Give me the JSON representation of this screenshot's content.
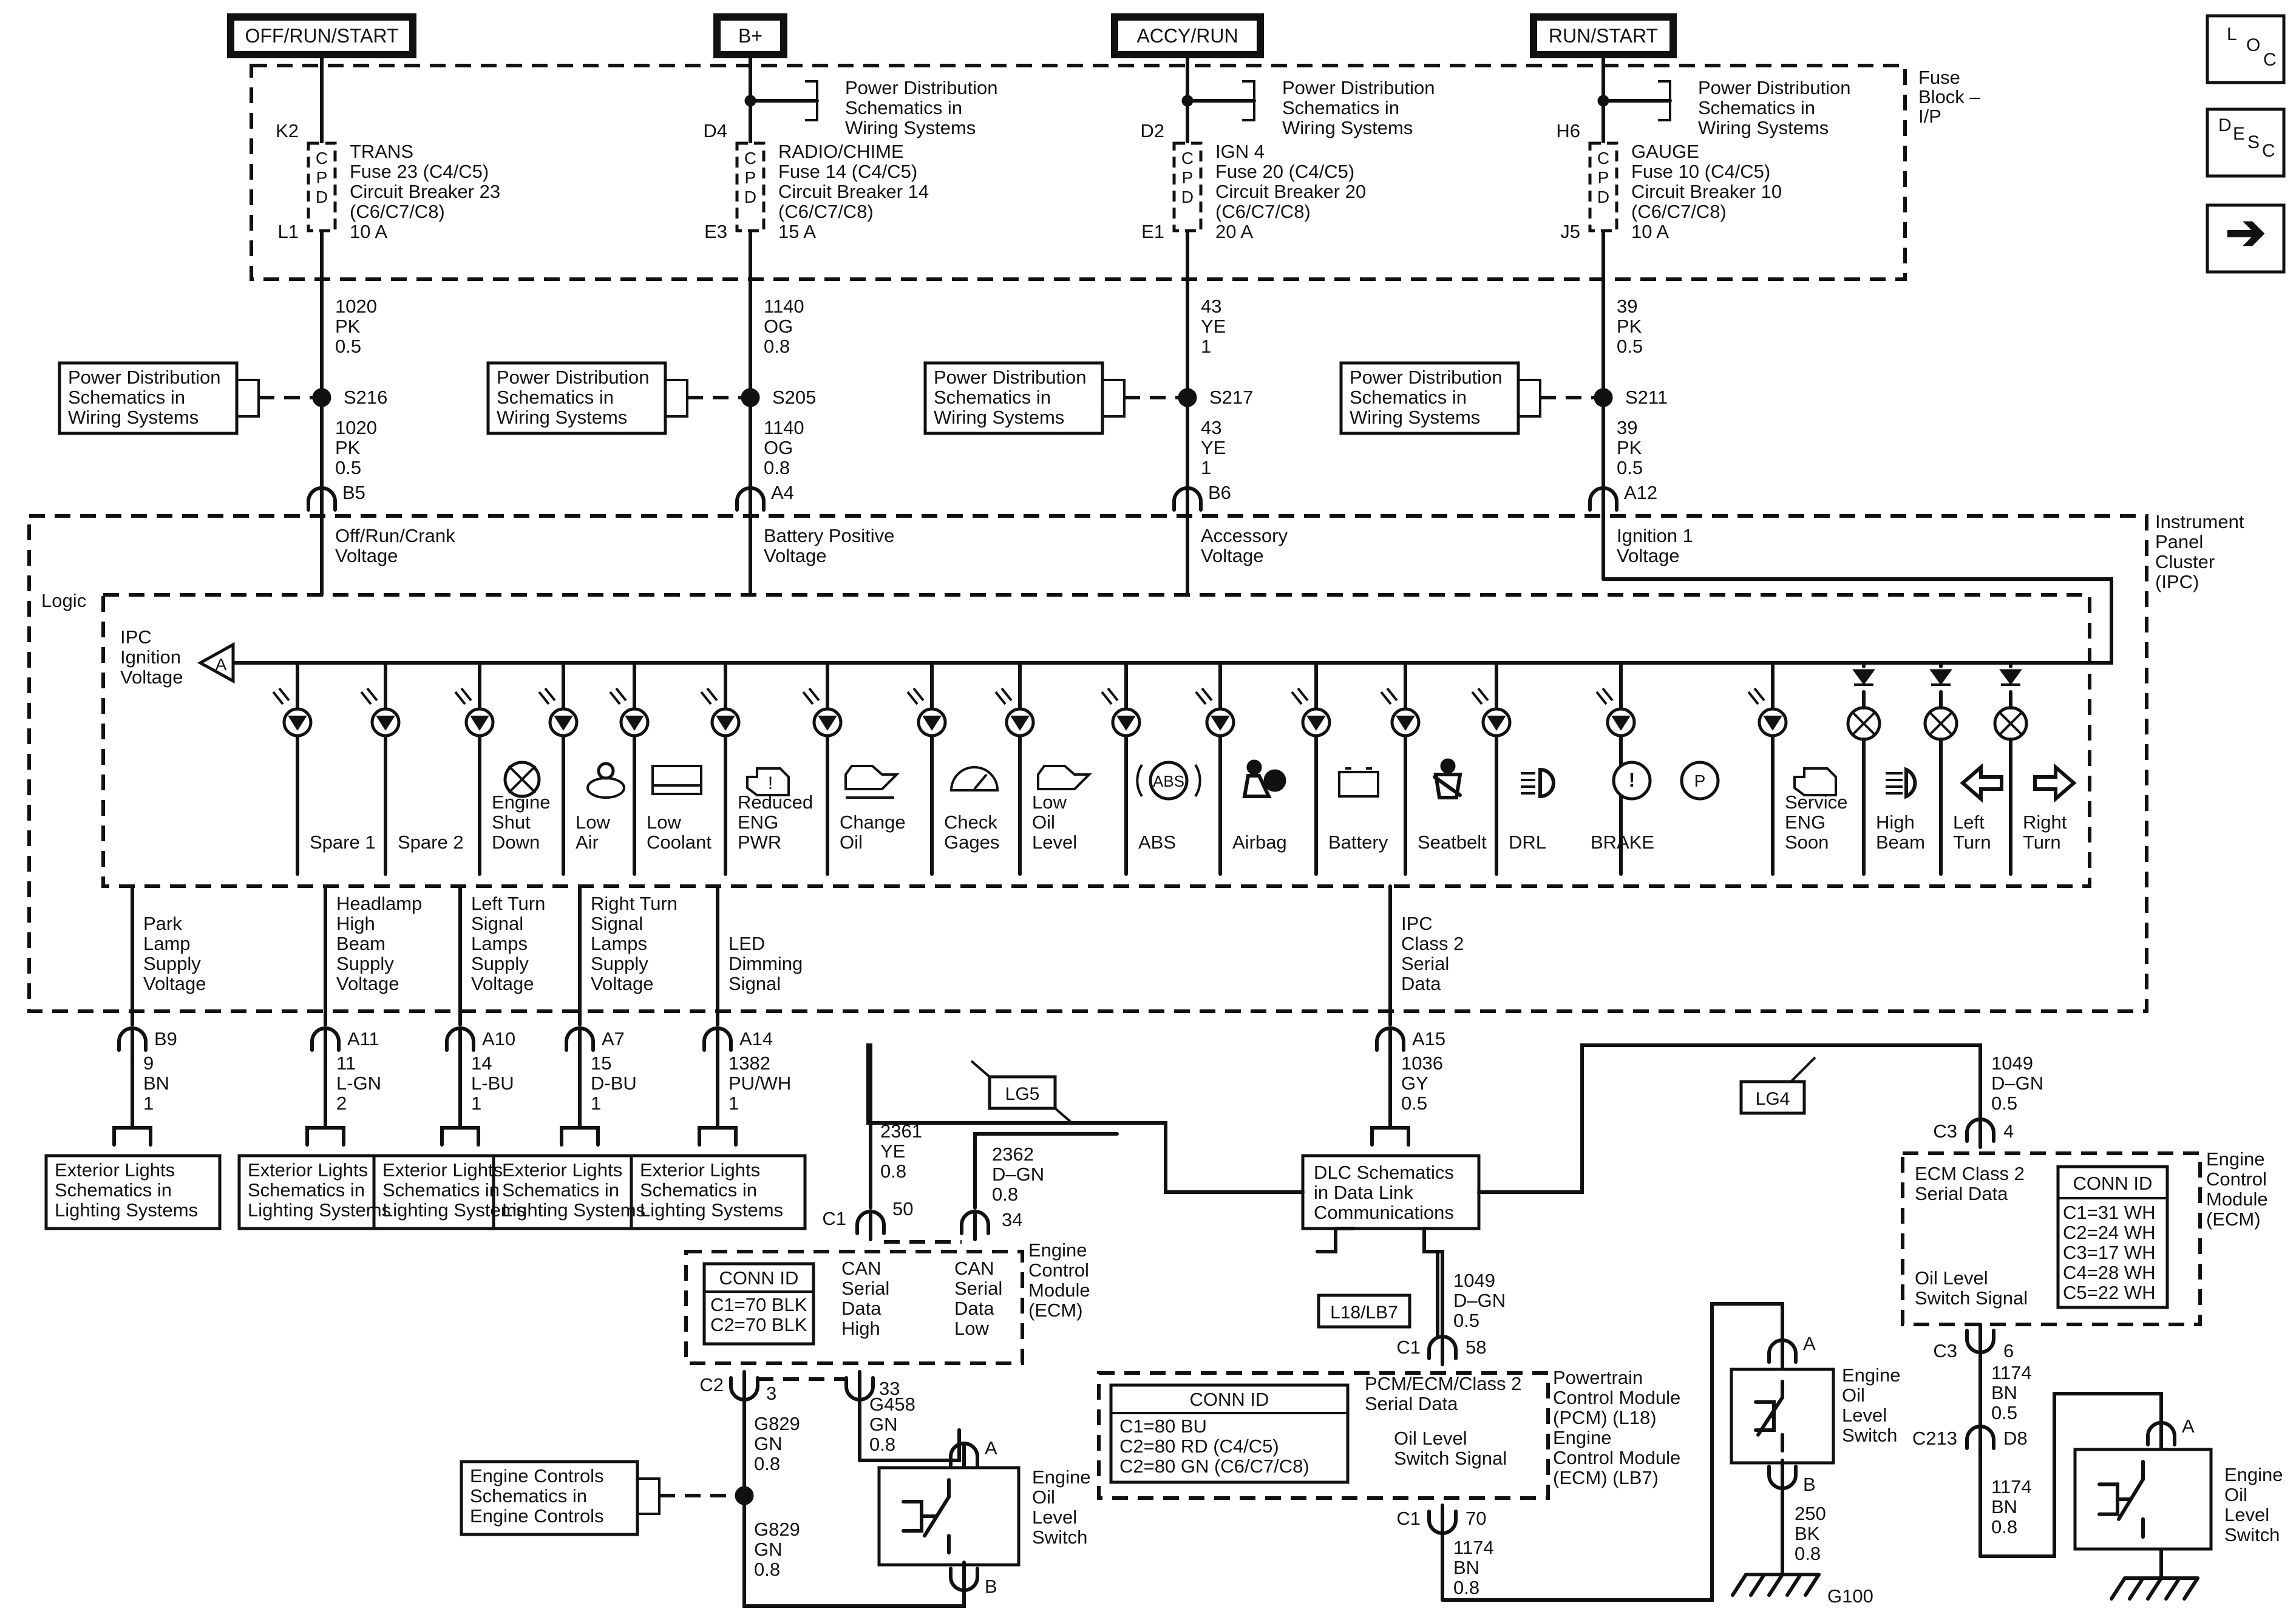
{
  "nav": {
    "loc": [
      "L",
      "O",
      "C"
    ],
    "desc": [
      "D",
      "E",
      "S",
      "C"
    ],
    "next_glyph": "➔"
  },
  "power_headers": [
    "OFF/RUN/START",
    "B+",
    "ACCY/RUN",
    "RUN/START"
  ],
  "fuse_block_label": [
    "Fuse",
    "Block –",
    "I/P"
  ],
  "power_dist_ref": [
    "Power Distribution",
    "Schematics in",
    "Wiring Systems"
  ],
  "power_dist_ref_side": [
    "Power Distribution",
    "Schematics in",
    "Wiring  Systems"
  ],
  "fuses": [
    {
      "in": "K2",
      "out": "L1",
      "lines": [
        "TRANS",
        "Fuse 23 (C4/C5)",
        "Circuit Breaker 23",
        "(C6/C7/C8)",
        "10 A"
      ]
    },
    {
      "in": "D4",
      "out": "E3",
      "lines": [
        "RADIO/CHIME",
        "Fuse 14 (C4/C5)",
        "Circuit Breaker 14",
        "(C6/C7/C8)",
        "15 A"
      ]
    },
    {
      "in": "D2",
      "out": "E1",
      "lines": [
        "IGN 4",
        "Fuse 20 (C4/C5)",
        "Circuit Breaker 20",
        "(C6/C7/C8)",
        "20 A"
      ]
    },
    {
      "in": "H6",
      "out": "J5",
      "lines": [
        "GAUGE",
        "Fuse 10 (C4/C5)",
        "Circuit Breaker 10",
        "(C6/C7/C8)",
        "10 A"
      ]
    }
  ],
  "cpd": [
    "C",
    "P",
    "D"
  ],
  "feeds": [
    {
      "upper": [
        "1020",
        "PK",
        "0.5"
      ],
      "splice": "S216",
      "lower": [
        "1020",
        "PK",
        "0.5"
      ],
      "conn": "B5",
      "label": [
        "Off/Run/Crank",
        "Voltage"
      ]
    },
    {
      "upper": [
        "1140",
        "OG",
        "0.8"
      ],
      "splice": "S205",
      "lower": [
        "1140",
        "OG",
        "0.8"
      ],
      "conn": "A4",
      "label": [
        "Battery Positive",
        "Voltage"
      ]
    },
    {
      "upper": [
        "43",
        "YE",
        "1"
      ],
      "splice": "S217",
      "lower": [
        "43",
        "YE",
        "1"
      ],
      "conn": "B6",
      "label": [
        "Accessory",
        "Voltage"
      ]
    },
    {
      "upper": [
        "39",
        "PK",
        "0.5"
      ],
      "splice": "S211",
      "lower": [
        "39",
        "PK",
        "0.5"
      ],
      "conn": "A12",
      "label": [
        "Ignition 1",
        "Voltage"
      ]
    }
  ],
  "ipc": {
    "label": [
      "Instrument",
      "Panel",
      "Cluster",
      "(IPC)"
    ],
    "logic": "Logic",
    "ign_label": [
      "IPC",
      "Ignition",
      "Voltage"
    ],
    "ign_ref": "A"
  },
  "indicators": [
    {
      "icon": "none",
      "label": [
        "Spare 1"
      ]
    },
    {
      "icon": "none",
      "label": [
        "Spare 2"
      ]
    },
    {
      "icon": "engine-shut-down-icon",
      "label": [
        "Engine",
        "Shut",
        "Down"
      ]
    },
    {
      "icon": "low-air-icon",
      "label": [
        "Low",
        "Air"
      ]
    },
    {
      "icon": "low-coolant-icon",
      "label": [
        "Low",
        "Coolant"
      ]
    },
    {
      "icon": "reduced-engine-power-icon",
      "label": [
        "Reduced",
        "ENG",
        "PWR"
      ]
    },
    {
      "icon": "change-oil-icon",
      "label": [
        "Change",
        "Oil"
      ]
    },
    {
      "icon": "check-gages-icon",
      "label": [
        "Check",
        "Gages"
      ]
    },
    {
      "icon": "low-oil-level-icon",
      "label": [
        "Low",
        "Oil",
        "Level"
      ]
    },
    {
      "icon": "abs-icon",
      "label": [
        "ABS"
      ]
    },
    {
      "icon": "airbag-icon",
      "label": [
        "Airbag"
      ]
    },
    {
      "icon": "battery-icon",
      "label": [
        "Battery"
      ]
    },
    {
      "icon": "seatbelt-icon",
      "label": [
        "Seatbelt"
      ]
    },
    {
      "icon": "drl-icon",
      "label": [
        "DRL"
      ]
    },
    {
      "icon": "brake-icon",
      "label": [
        "BRAKE"
      ]
    },
    {
      "icon": "service-engine-soon-icon",
      "label": [
        "Service",
        "ENG",
        "Soon"
      ]
    },
    {
      "icon": "high-beam-icon",
      "label": [
        "High",
        "Beam"
      ]
    },
    {
      "icon": "left-turn-icon",
      "label": [
        "Left",
        "Turn"
      ]
    },
    {
      "icon": "right-turn-icon",
      "label": [
        "Right",
        "Turn"
      ]
    }
  ],
  "abs_text": "ABS",
  "park_text": "P",
  "brake_excl": "!",
  "outputs": [
    {
      "label": [
        "Park",
        "Lamp",
        "Supply",
        "Voltage"
      ],
      "conn": "B9",
      "wire": [
        "9",
        "BN",
        "1"
      ]
    },
    {
      "label": [
        "Headlamp",
        "High",
        "Beam",
        "Supply",
        "Voltage"
      ],
      "conn": "A11",
      "wire": [
        "11",
        "L-GN",
        "2"
      ]
    },
    {
      "label": [
        "Left Turn",
        "Signal",
        "Lamps",
        "Supply",
        "Voltage"
      ],
      "conn": "A10",
      "wire": [
        "14",
        "L-BU",
        "1"
      ]
    },
    {
      "label": [
        "Right Turn",
        "Signal",
        "Lamps",
        "Supply",
        "Voltage"
      ],
      "conn": "A7",
      "wire": [
        "15",
        "D-BU",
        "1"
      ]
    },
    {
      "label": [
        "LED",
        "Dimming",
        "Signal"
      ],
      "conn": "A14",
      "wire": [
        "1382",
        "PU/WH",
        "1"
      ]
    }
  ],
  "exterior_ref": [
    "Exterior Lights",
    "Schematics in",
    "Lighting Systems"
  ],
  "class2": {
    "label": [
      "IPC",
      "Class 2",
      "Serial",
      "Data"
    ],
    "conn": "A15",
    "wire": [
      "1036",
      "GY",
      "0.5"
    ]
  },
  "dlc": [
    "DLC Schematics",
    "in Data Link",
    "Communications"
  ],
  "lg5": "LG5",
  "lg4": "LG4",
  "l18": "L18/LB7",
  "ecm_left": {
    "c1": "C1",
    "pin50": "50",
    "pin34": "34",
    "w2361": [
      "2361",
      "YE",
      "0.8"
    ],
    "w2362": [
      "2362",
      "D–GN",
      "0.8"
    ],
    "conn_id_title": "CONN ID",
    "conn_ids": [
      "C1=70 BLK",
      "C2=70 BLK"
    ],
    "can_high": [
      "CAN",
      "Serial",
      "Data",
      "High"
    ],
    "can_low": [
      "CAN",
      "Serial",
      "Data",
      "Low"
    ],
    "module": [
      "Engine",
      "Control",
      "Module",
      "(ECM)"
    ],
    "c2": "C2",
    "pin3": "3",
    "pin33": "33",
    "g829a": [
      "G829",
      "GN",
      "0.8"
    ],
    "g458": [
      "G458",
      "GN",
      "0.8"
    ],
    "g829b": [
      "G829",
      "GN",
      "0.8"
    ]
  },
  "engine_controls_ref": [
    "Engine Controls",
    "Schematics in",
    "Engine Controls"
  ],
  "oil_switch_label": [
    "Engine",
    "Oil",
    "Level",
    "Switch"
  ],
  "term_a": "A",
  "term_b": "B",
  "pcm": {
    "w1049": [
      "1049",
      "D–GN",
      "0.5"
    ],
    "c1": "C1",
    "pin58": "58",
    "conn_id_title": "CONN ID",
    "conn_ids": [
      "C1=80 BU",
      "C2=80 RD  (C4/C5)",
      "C2=80 GN  (C6/C7/C8)"
    ],
    "serial": [
      "PCM/ECM/Class 2",
      "Serial Data"
    ],
    "oil_sig": [
      "Oil Level",
      "Switch Signal"
    ],
    "module": [
      "Powertrain",
      "Control Module",
      "(PCM) (L18)",
      "Engine",
      "Control Module",
      "(ECM) (LB7)"
    ],
    "pin70": "70",
    "w1174": [
      "1174",
      "BN",
      "0.8"
    ]
  },
  "center_switch": {
    "ground_wire": [
      "250",
      "BK",
      "0.8"
    ],
    "ground": "G100"
  },
  "ecm_right": {
    "c3_top": "C3",
    "pin4": "4",
    "w1049": [
      "1049",
      "D–GN",
      "0.5"
    ],
    "serial": [
      "ECM Class 2",
      "Serial Data"
    ],
    "conn_id_title": "CONN ID",
    "conn_ids": [
      "C1=31 WH",
      "C2=24 WH",
      "C3=17 WH",
      "C4=28 WH",
      "C5=22 WH"
    ],
    "oil_sig": [
      "Oil Level",
      "Switch Signal"
    ],
    "module": [
      "Engine",
      "Control",
      "Module",
      "(ECM)"
    ],
    "c3_bot": "C3",
    "pin6": "6",
    "w1174a": [
      "1174",
      "BN",
      "0.5"
    ],
    "c213": "C213",
    "d8": "D8",
    "w1174b": [
      "1174",
      "BN",
      "0.8"
    ]
  }
}
